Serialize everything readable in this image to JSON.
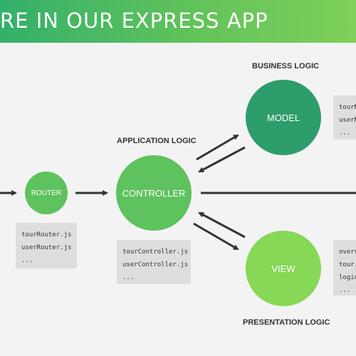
{
  "header": {
    "title": "RE IN OUR EXPRESS APP"
  },
  "labels": {
    "business_logic": "BUSINESS LOGIC",
    "application_logic": "APPLICATION LOGIC",
    "presentation_logic": "PRESENTATION LOGIC"
  },
  "nodes": {
    "router": "ROUTER",
    "controller": "CONTROLLER",
    "model": "MODEL",
    "view": "VIEW"
  },
  "files": {
    "router": [
      "tourRouter.js",
      "userRouter.js",
      "..."
    ],
    "controller": [
      "tourController.js",
      "userController.js",
      "..."
    ],
    "model": [
      "tourM",
      "userM",
      "..."
    ],
    "view": [
      "overv",
      "tour.",
      "login",
      "..."
    ]
  },
  "colors": {
    "header_start": "#33b06a",
    "header_end": "#7fd05a",
    "router": "#5ec25f",
    "controller": "#5ec25f",
    "model": "#2e9d6c",
    "view": "#86d856",
    "arrow": "#333333",
    "file_box": "#dededf"
  }
}
